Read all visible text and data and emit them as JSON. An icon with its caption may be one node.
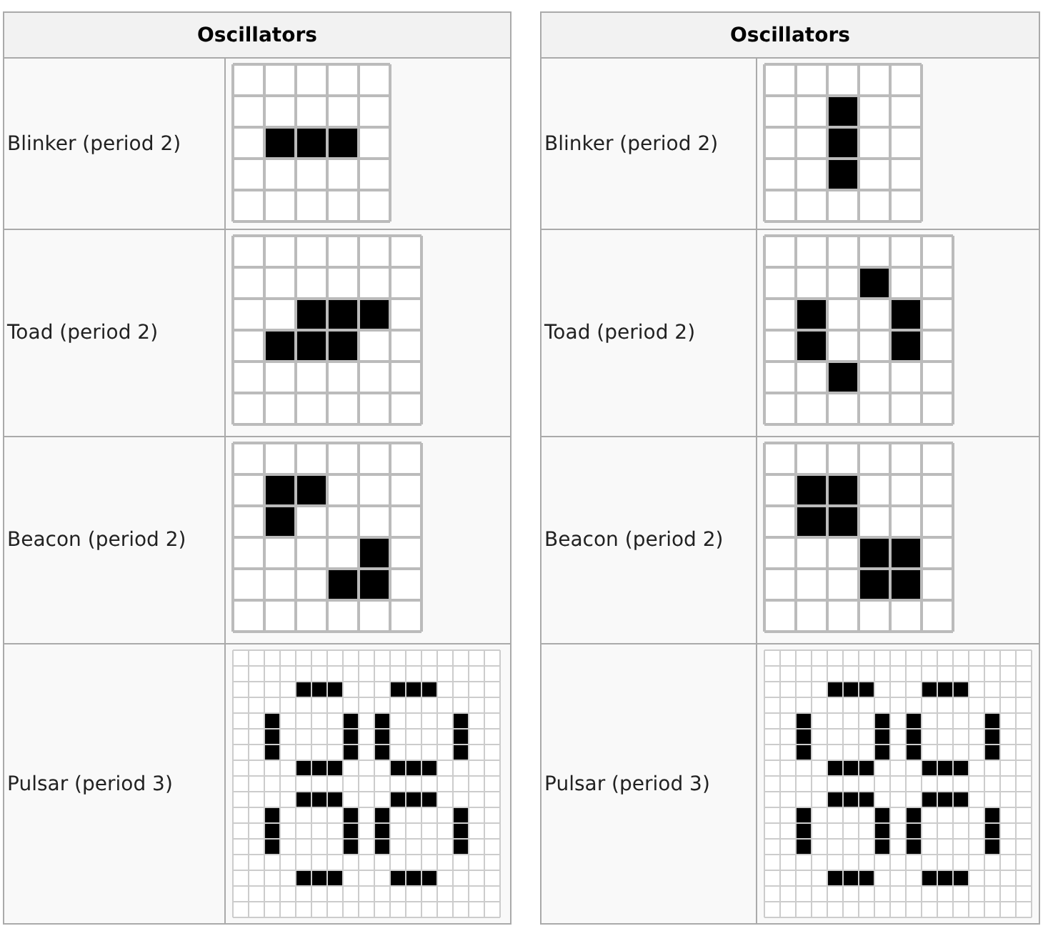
{
  "diagram": {
    "labels": [
      "Oscillators",
      "Blinker (period 2)",
      "Toad (period 2)",
      "Beacon (period 2)",
      "Pulsar (period 3)",
      "Oscillators",
      "Blinker (period 2)",
      "Toad (period 2)",
      "Beacon (period 2)",
      "Pulsar (period 3)"
    ]
  }
}
